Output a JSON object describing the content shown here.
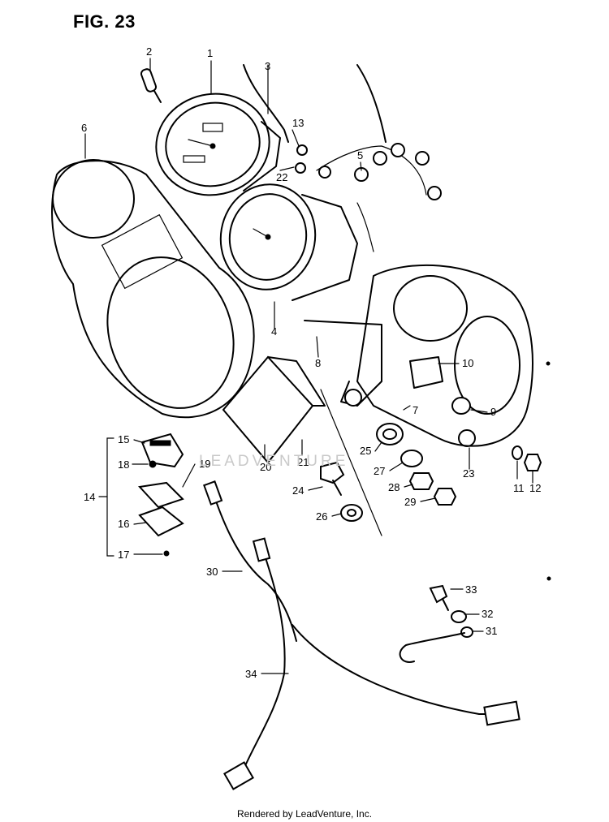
{
  "figure": {
    "title": "FIG. 23"
  },
  "watermark": "LEADVENTURE",
  "footer": "Rendered by LeadVenture, Inc.",
  "callouts": [
    "1",
    "2",
    "3",
    "4",
    "5",
    "6",
    "7",
    "8",
    "9",
    "10",
    "11",
    "12",
    "13",
    "14",
    "15",
    "16",
    "17",
    "18",
    "19",
    "20",
    "21",
    "22",
    "23",
    "24",
    "25",
    "26",
    "27",
    "28",
    "29",
    "30",
    "31",
    "32",
    "33",
    "34"
  ]
}
